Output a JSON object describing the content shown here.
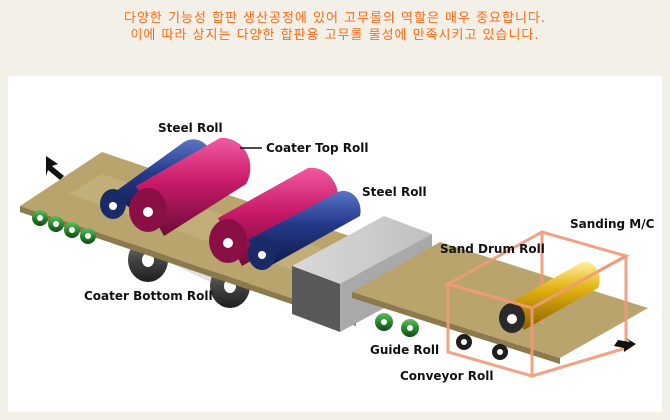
{
  "header": {
    "line1": "다양한 기능성 합판 생산공정에 있어 고무롤의 역할은 매우 중요합니다.",
    "line2": "이에 따라 상지는 다양한 합판용 고무롤 물성에 만족시키고 있습니다."
  },
  "diagram": {
    "labels": {
      "steel_roll_1": "Steel Roll",
      "coater_top_roll": "Coater Top Roll",
      "steel_roll_2": "Steel Roll",
      "sand_drum_roll": "Sand Drum Roll",
      "sanding_mc": "Sanding M/C",
      "coater_bottom_roll": "Coater Bottom Roll",
      "guide_roll": "Guide Roll",
      "conveyor_roll": "Conveyor Roll"
    },
    "colors": {
      "header_text": "#ff6a13",
      "board": "#b9a46e",
      "steel_roll": "#243c8c",
      "coater_top_roll": "#cc1f6e",
      "bottom_roll": "#4a4a4a",
      "guide_roll": "#2f8a35",
      "sand_drum": "#e2b010",
      "sanding_frame": "#f09a78",
      "sanding_box": "#a9a9a9"
    },
    "icons": [
      "flow-in-arrow-icon",
      "flow-out-arrow-icon"
    ]
  }
}
